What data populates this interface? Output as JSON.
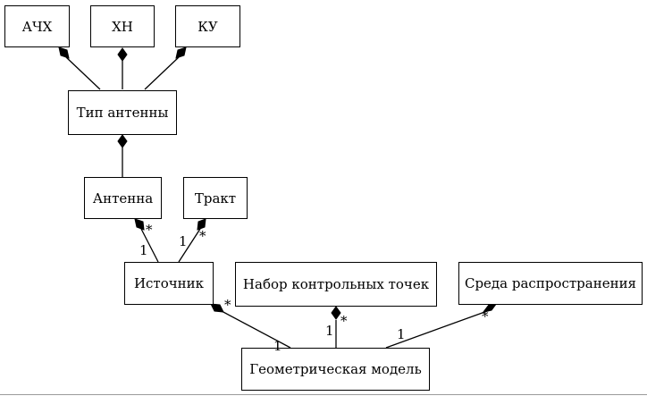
{
  "nodes": {
    "achx": "АЧХ",
    "xn": "ХН",
    "ku": "КУ",
    "antenna_type": "Тип антенны",
    "antenna": "Антенна",
    "trakt": "Тракт",
    "source": "Источник",
    "control_points": "Набор контрольных точек",
    "environment": "Среда распространения",
    "geo_model": "Геометрическая модель"
  },
  "multiplicities": {
    "antenna_source_star": "*",
    "antenna_source_one": "1",
    "trakt_source_star": "*",
    "trakt_source_one": "1",
    "source_geo_star": "*",
    "source_geo_one": "1",
    "points_geo_star": "*",
    "points_geo_one": "1",
    "env_geo_star": "*",
    "env_geo_one": "1"
  }
}
